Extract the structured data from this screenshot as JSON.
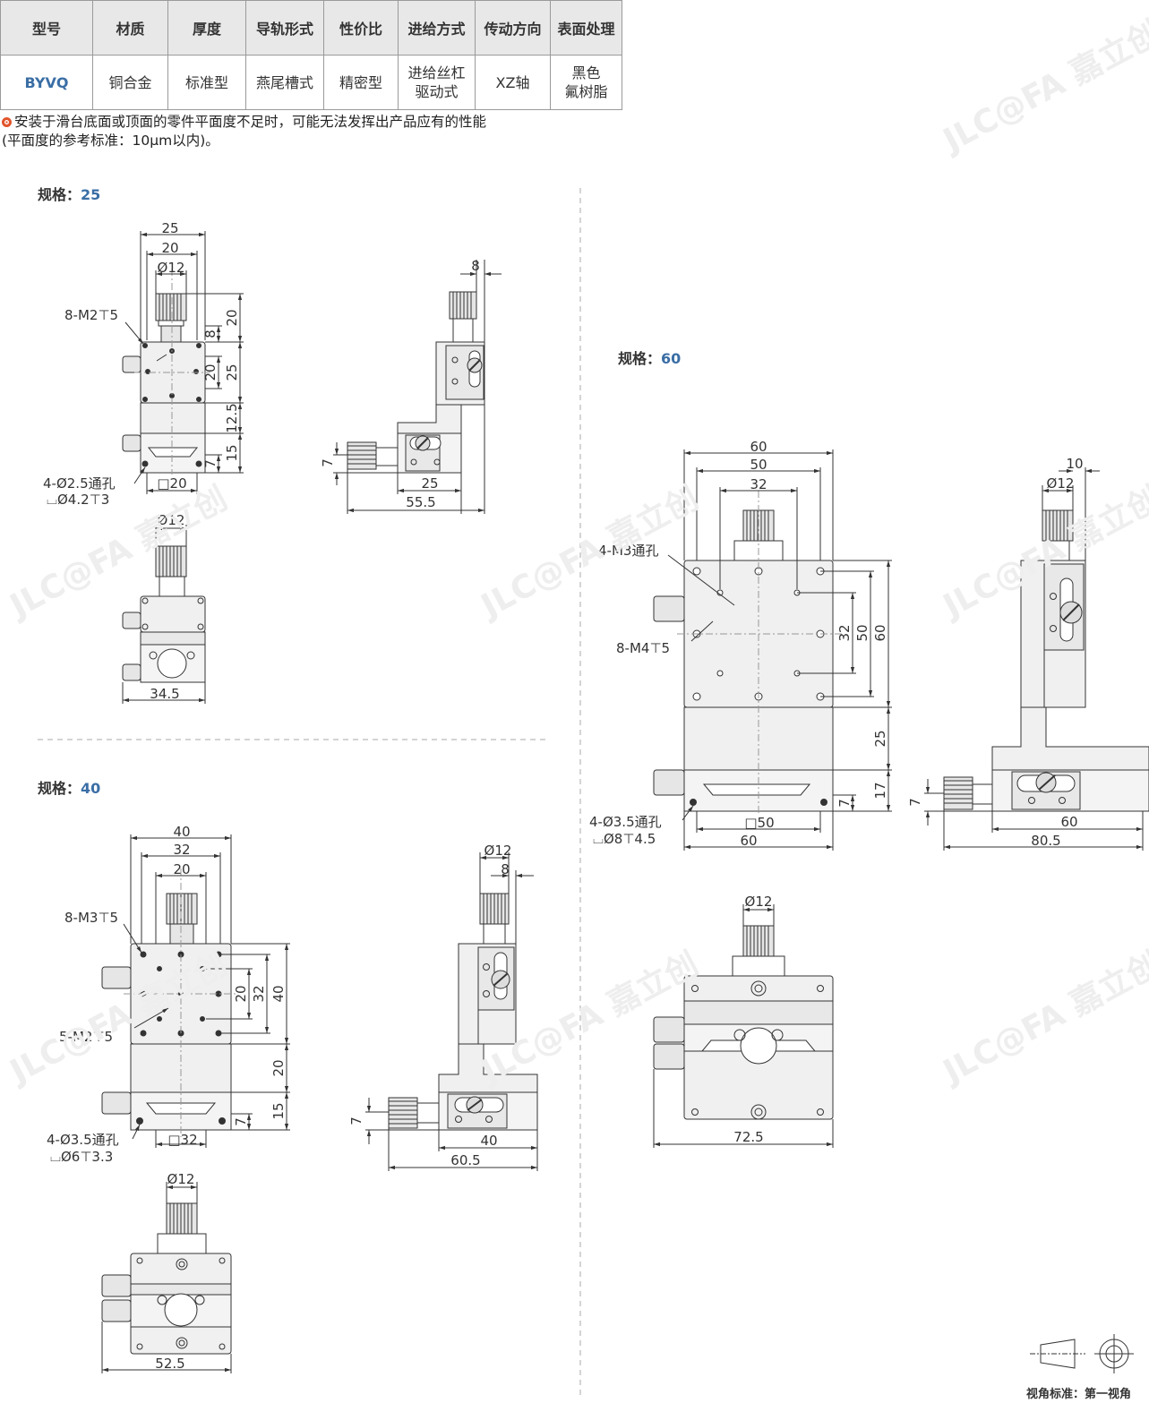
{
  "table": {
    "headers": [
      "型号",
      "材质",
      "厚度",
      "导轨形式",
      "性价比",
      "进给方式",
      "传动方向",
      "表面处理"
    ],
    "row": [
      "BYVQ",
      "铜合金",
      "标准型",
      "燕尾槽式",
      "精密型",
      "进给丝杠\n驱动式",
      "XZ轴",
      "黑色\n氟树脂"
    ]
  },
  "note": {
    "line1": "安装于滑台底面或顶面的零件平面度不足时，可能无法发挥出产品应有的性能",
    "line2": "(平面度的参考标准：10μm以内)。"
  },
  "specs": [
    {
      "prefix": "规格：",
      "value": "25"
    },
    {
      "prefix": "规格：",
      "value": "40"
    },
    {
      "prefix": "规格：",
      "value": "60"
    }
  ],
  "dims25": {
    "w25": "25",
    "w20": "20",
    "d12": "Ø12",
    "holes": "8-M2⊤5",
    "v20": "20",
    "v8": "8",
    "v20b": "20",
    "v25": "25",
    "v12_5": "12.5",
    "v15": "15",
    "v7": "7",
    "thru1": "4-Ø2.5通孔",
    "thru2": "⌴Ø4.2⊤3",
    "sq": "□20",
    "side8": "8",
    "side7": "7",
    "side25": "25",
    "side55": "55.5",
    "f12": "Ø12",
    "f34": "34.5"
  },
  "dims40": {
    "w40": "40",
    "w32": "32",
    "w20": "20",
    "holes1": "8-M3⊤5",
    "holes2": "5-M2⊤5",
    "v20": "20",
    "v32": "32",
    "v40": "40",
    "v20b": "20",
    "v15": "15",
    "v7": "7",
    "thru1": "4-Ø3.5通孔",
    "thru2": "⌴Ø6⊤3.3",
    "sq": "□32",
    "s12": "Ø12",
    "s8": "8",
    "s7": "7",
    "s40": "40",
    "s60": "60.5",
    "f12": "Ø12",
    "f52": "52.5"
  },
  "dims60": {
    "w60": "60",
    "w50": "50",
    "w32": "32",
    "holes1": "4-M3通孔",
    "holes2": "8-M4⊤5",
    "v32": "32",
    "v50": "50",
    "v60": "60",
    "v25": "25",
    "v17": "17",
    "v7": "7",
    "thru1": "4-Ø3.5通孔",
    "thru2": "⌴Ø8⊤4.5",
    "sq": "□50",
    "b60": "60",
    "s10": "10",
    "s12": "Ø12",
    "s7": "7",
    "s60": "60",
    "s80": "80.5",
    "f12": "Ø12",
    "f72": "72.5"
  },
  "footer": "视角标准：第一视角"
}
